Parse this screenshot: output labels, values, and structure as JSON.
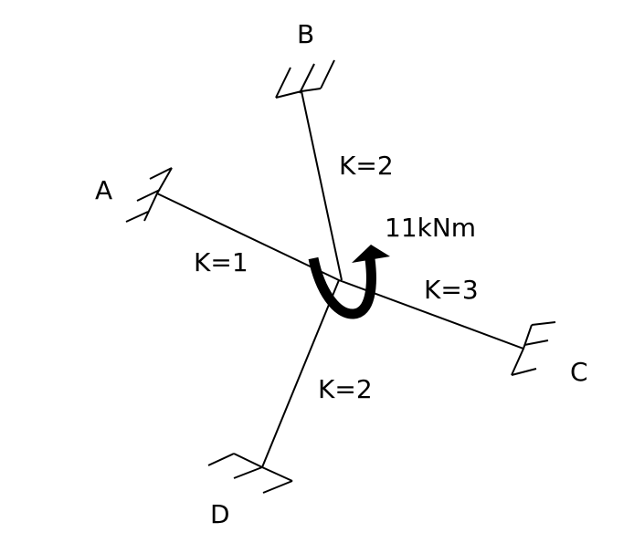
{
  "nodes": {
    "a": "A",
    "b": "B",
    "c": "C",
    "d": "D"
  },
  "members": {
    "ab": "K=1",
    "bb": "K=2",
    "cc": "K=3",
    "dd": "K=2"
  },
  "moment": "11kNm"
}
